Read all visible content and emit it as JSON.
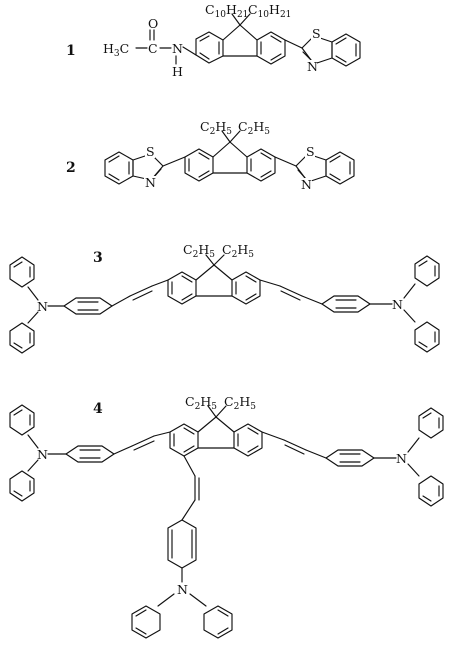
{
  "figure": {
    "labels": [
      "1",
      "2",
      "3",
      "4"
    ],
    "atoms": {
      "S": "S",
      "N": "N",
      "O": "O",
      "H": "H",
      "H3C": "H",
      "sub3": "3",
      "C": "C",
      "C10H21_base": "C",
      "sub10": "10",
      "H_": "H",
      "sub21": "21",
      "C2H5_C": "C",
      "sub2": "2",
      "C2H5_H": "H",
      "sub5": "5"
    }
  },
  "colors": {
    "ink": "#111111",
    "background": "#ffffff"
  }
}
